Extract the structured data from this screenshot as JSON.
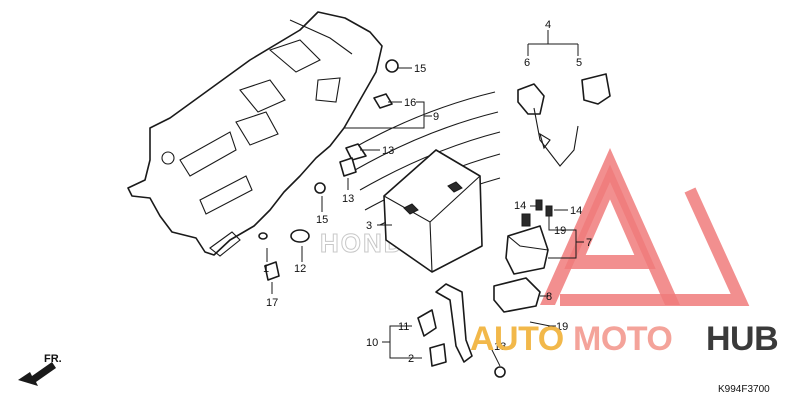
{
  "diagram": {
    "code": "K994F3700",
    "front_label": "FR.",
    "callouts": [
      "1",
      "2",
      "3",
      "4",
      "5",
      "6",
      "7",
      "8",
      "9",
      "10",
      "11",
      "12",
      "13",
      "13",
      "14",
      "14",
      "15",
      "15",
      "16",
      "17",
      "18",
      "19",
      "19"
    ]
  },
  "watermark": {
    "parts": [
      "AUTO",
      "MOTO",
      "HUB"
    ],
    "colors": {
      "auto": "#f2b84a",
      "moto": "#f4a39a",
      "hub": "#3a3a3a",
      "triangle": "#f07b7b"
    }
  },
  "embossed_brand": "HONDA"
}
